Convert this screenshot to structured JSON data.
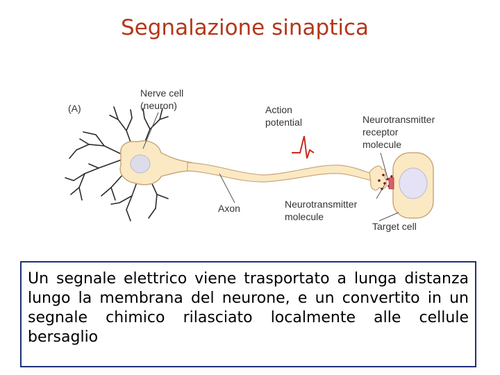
{
  "title": "Segnalazione sinaptica",
  "figure": {
    "panel_label": "(A)",
    "nerve_cell": "Nerve cell",
    "neuron": "(neuron)",
    "action": "Action",
    "potential": "potential",
    "nt_receptor_1": "Neurotransmitter",
    "nt_receptor_2": "receptor",
    "nt_receptor_3": "molecule",
    "axon": "Axon",
    "nt_molecule_1": "Neurotransmitter",
    "nt_molecule_2": "molecule",
    "target_cell": "Target cell"
  },
  "caption": "Un segnale elettrico viene trasportato a lunga distanza lungo la membrana del neurone, e un convertito in un segnale chimico rilasciato localmente alle cellule bersaglio"
}
